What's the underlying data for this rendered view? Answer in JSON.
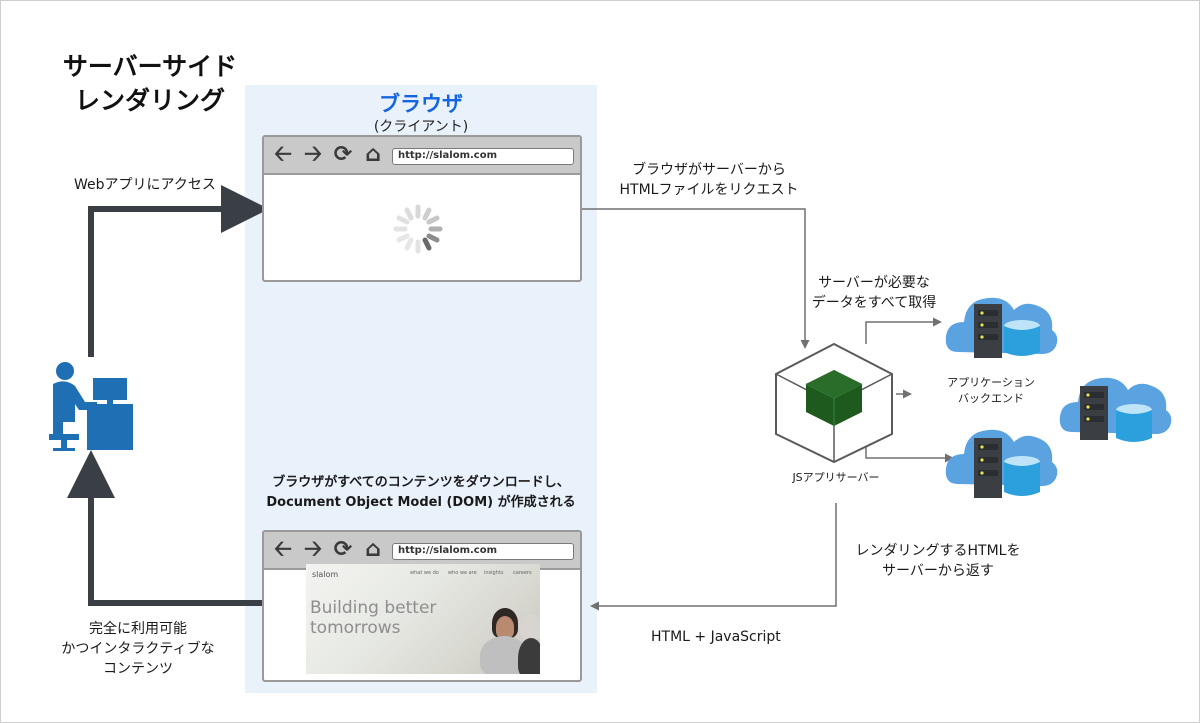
{
  "title": {
    "line1": "サーバーサイド",
    "line2": "レンダリング"
  },
  "browser": {
    "title": "ブラウザ",
    "subtitle": "(クライアント)"
  },
  "labels": {
    "access": "Webアプリにアクセス",
    "request_l1": "ブラウザがサーバーから",
    "request_l2": "HTMLファイルをリクエスト",
    "fetch_l1": "サーバーが必要な",
    "fetch_l2": "データをすべて取得",
    "backend_l1": "アプリケーション",
    "backend_l2": "バックエンド",
    "js_server": "JSアプリサーバー",
    "render_l1": "レンダリングするHTMLを",
    "render_l2": "サーバーから返す",
    "html_js": "HTML + JavaScript",
    "dom_l1": "ブラウザがすべてのコンテンツをダウンロードし、",
    "dom_l2": "Document Object Model (DOM) が作成される",
    "content_l1": "完全に利用可能",
    "content_l2": "かつインタラクティブな",
    "content_l3": "コンテンツ"
  },
  "windows": {
    "top": {
      "url": "http://slalom.com"
    },
    "bottom": {
      "url": "http://slalom.com",
      "site_logo": "slalom",
      "site_menu": [
        "what we do",
        "who we are",
        "insights",
        "careers"
      ],
      "headline_l1": "Building better",
      "headline_l2": "tomorrows"
    }
  },
  "icons": {
    "back": "back-arrow-icon",
    "forward": "forward-arrow-icon",
    "reload": "reload-icon",
    "home": "home-icon",
    "spinner": "loading-spinner-icon",
    "user": "user-at-computer-icon",
    "server_cube": "app-server-cube-icon",
    "cloud_db": "cloud-database-icon"
  },
  "colors": {
    "accent_blue": "#1565e0",
    "panel_bg": "#e9f1fb",
    "user_blue": "#1f6fb5",
    "cloud_blue": "#5aa3e0",
    "cube_green": "#1e5a1e",
    "arrow_dark": "#3a3f46",
    "arrow_gray": "#707070"
  }
}
